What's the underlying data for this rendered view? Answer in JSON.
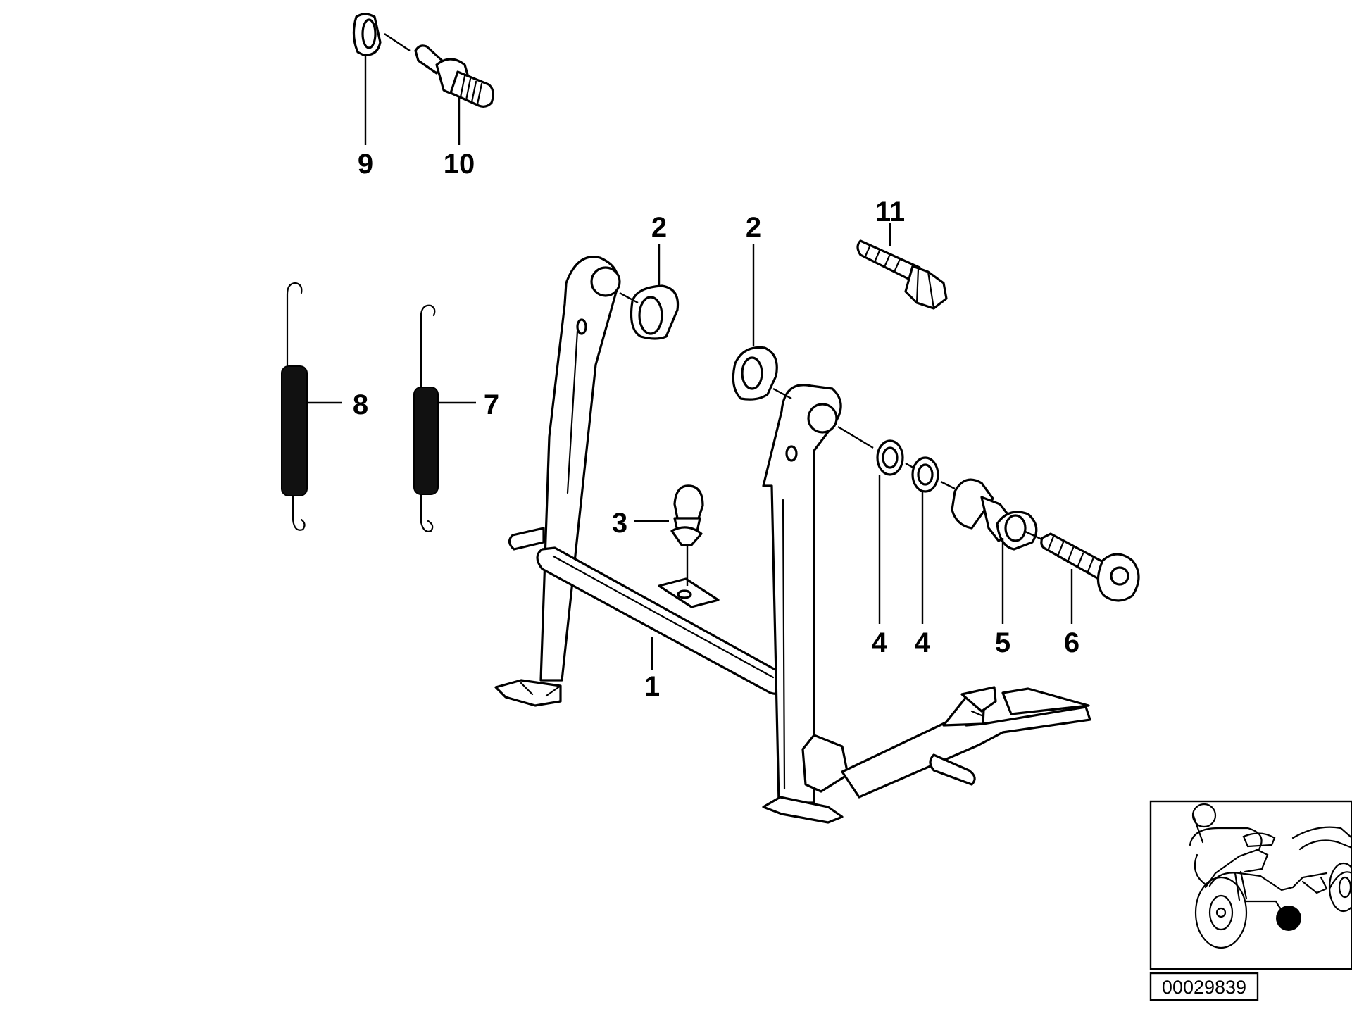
{
  "callouts": [
    {
      "id": "1",
      "label": "1"
    },
    {
      "id": "2a",
      "label": "2"
    },
    {
      "id": "2b",
      "label": "2"
    },
    {
      "id": "3",
      "label": "3"
    },
    {
      "id": "4a",
      "label": "4"
    },
    {
      "id": "4b",
      "label": "4"
    },
    {
      "id": "5",
      "label": "5"
    },
    {
      "id": "6",
      "label": "6"
    },
    {
      "id": "7",
      "label": "7"
    },
    {
      "id": "8",
      "label": "8"
    },
    {
      "id": "9",
      "label": "9"
    },
    {
      "id": "10",
      "label": "10"
    },
    {
      "id": "11",
      "label": "11"
    }
  ],
  "reference_number": "00029839",
  "locator": {
    "marker_color": "#000000"
  }
}
